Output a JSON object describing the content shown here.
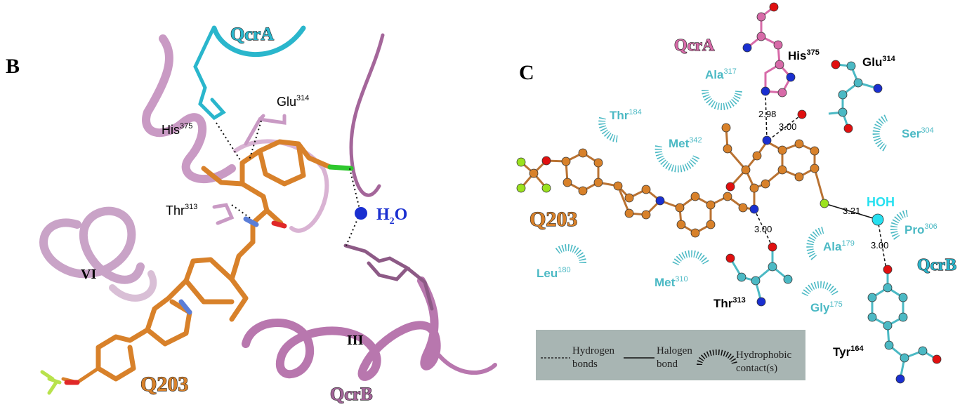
{
  "panels": {
    "b": {
      "label": "B",
      "subunit_top": "QcrA",
      "subunit_bottom": "QcrB",
      "ligand": "Q203",
      "helix_vi": "VI",
      "helix_iii": "III",
      "water": {
        "main": "H",
        "sub": "2",
        "tail": "O"
      },
      "residues": [
        {
          "name": "Glu",
          "num": "314"
        },
        {
          "name": "His",
          "num": "375"
        },
        {
          "name": "Thr",
          "num": "313"
        }
      ]
    },
    "c": {
      "label": "C",
      "subunit_top": "QcrA",
      "subunit_right": "QcrB",
      "ligand": "Q203",
      "hoh": "HOH",
      "interacting": [
        {
          "name": "His",
          "num": "375"
        },
        {
          "name": "Glu",
          "num": "314"
        },
        {
          "name": "Thr",
          "num": "313"
        },
        {
          "name": "Tyr",
          "num": "164"
        }
      ],
      "hydrophobic": [
        {
          "name": "Ala",
          "num": "317"
        },
        {
          "name": "Thr",
          "num": "184"
        },
        {
          "name": "Met",
          "num": "342"
        },
        {
          "name": "Ser",
          "num": "304"
        },
        {
          "name": "Pro",
          "num": "306"
        },
        {
          "name": "Ala",
          "num": "179"
        },
        {
          "name": "Leu",
          "num": "180"
        },
        {
          "name": "Met",
          "num": "310"
        },
        {
          "name": "Gly",
          "num": "175"
        }
      ],
      "distances": [
        "2.98",
        "3.00",
        "3.00",
        "3.21",
        "3.00"
      ],
      "legend": {
        "hbond_1": "Hydrogen",
        "hbond_2": "bonds",
        "halogen_1": "Halogen",
        "halogen_2": "bond",
        "hydrophobic_1": "Hydrophobic",
        "hydrophobic_2": "contact(s)"
      }
    }
  },
  "colors": {
    "ligand": "#d8812a",
    "qcra": "#2ab6cc",
    "qcrb": "#a4669a",
    "ribbon": "#c896c0",
    "nitrogen": "#1a2fd0",
    "oxygen": "#e01010",
    "fluorine": "#9be21e",
    "chlorine": "#2ec82e",
    "hydrophobic": "#4bb9c4",
    "legend_bg": "#a8b5b3"
  }
}
